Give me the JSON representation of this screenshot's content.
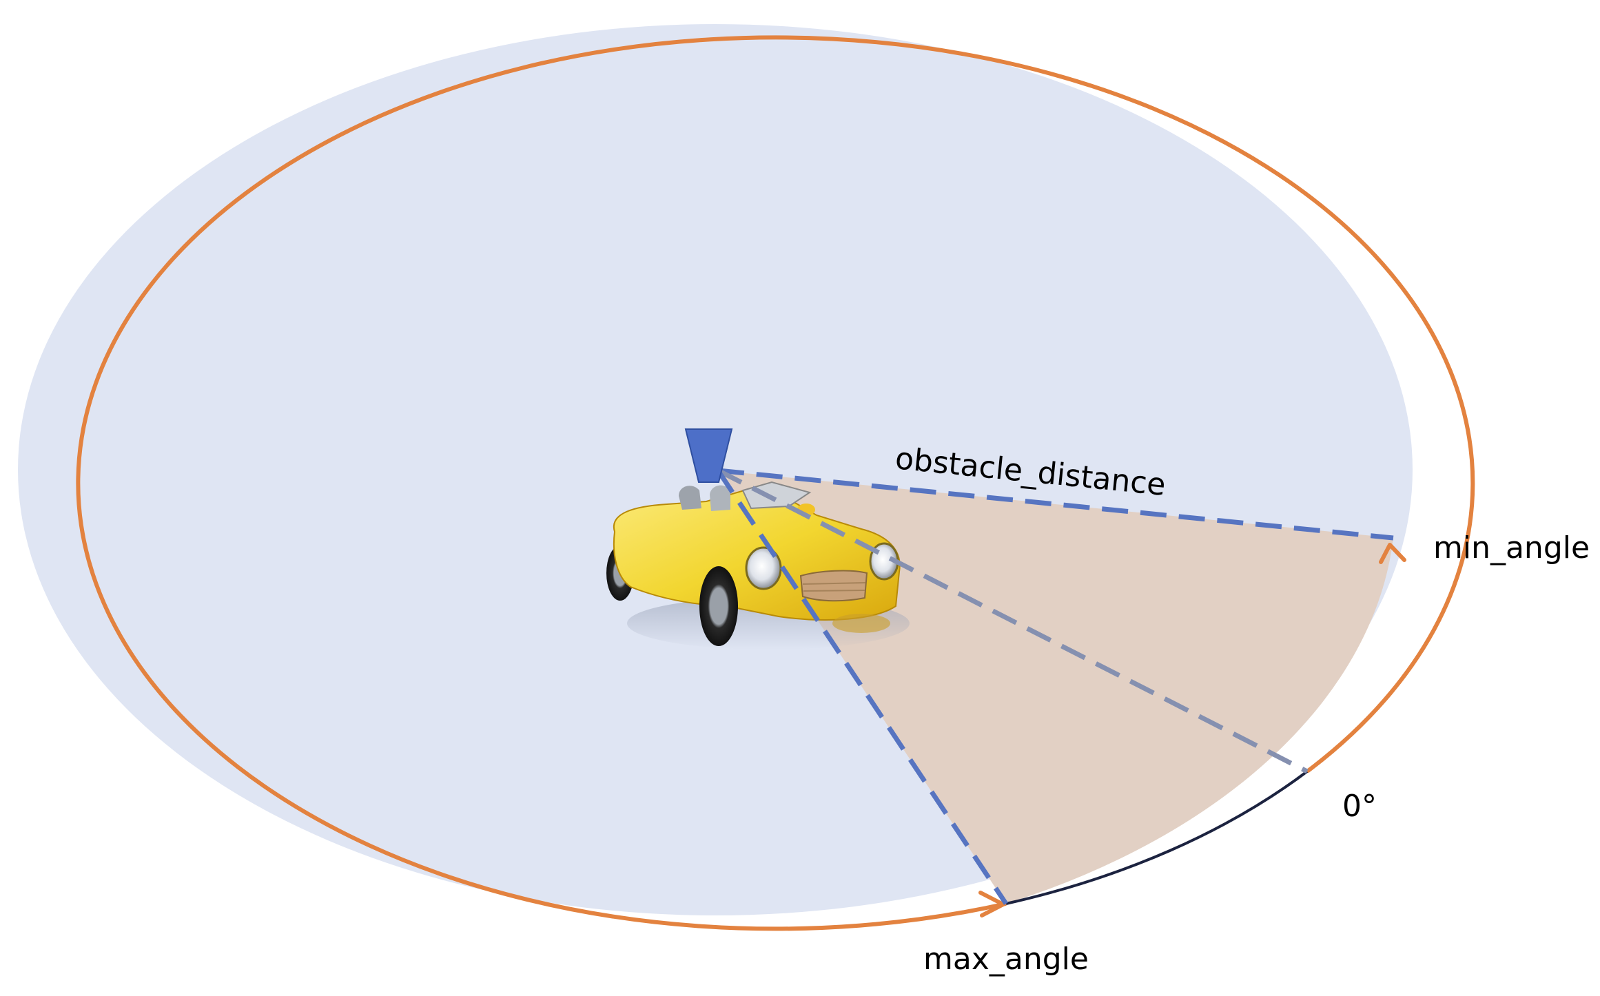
{
  "labels": {
    "obstacle_distance": "obstacle_distance",
    "min_angle": "min_angle",
    "max_angle": "max_angle",
    "zero_deg": "0°"
  },
  "colors": {
    "field_fill": "#dfe5f3",
    "sector_fill": "#e2d0c4",
    "boundary_orange": "#e3823f",
    "boundary_dark": "#1c2340",
    "sensor_blue": "#4d6fc8",
    "dashed_blue": "#5674c1",
    "dashed_gray": "#8590b0",
    "car_yellow": "#f2d630"
  },
  "icons": {
    "sensor": "lidar-sensor-icon",
    "vehicle": "car-icon"
  }
}
